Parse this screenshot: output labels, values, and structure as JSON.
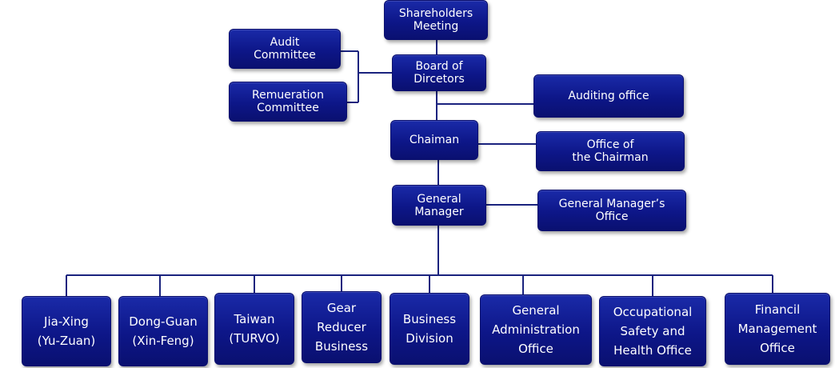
{
  "nodes": {
    "shareholders": [
      "Shareholders",
      "Meeting"
    ],
    "audit_committee": [
      "Audit",
      "Committee"
    ],
    "remuneration_committee": [
      "Remueration",
      "Committee"
    ],
    "board": [
      "Board of",
      "Dircetors"
    ],
    "auditing_office": [
      "Auditing office"
    ],
    "chairman": [
      "Chaiman"
    ],
    "office_chairman": [
      "Office of",
      "the Chairman"
    ],
    "general_manager": [
      "General",
      "Manager"
    ],
    "gm_office": [
      "General Manager’s",
      "Office"
    ],
    "jiaxing": [
      "Jia-Xing",
      "(Yu-Zuan)"
    ],
    "dongguan": [
      "Dong-Guan",
      "(Xin-Feng)"
    ],
    "taiwan": [
      "Taiwan",
      "(TURVO)"
    ],
    "gear_reducer": [
      "Gear",
      "Reducer",
      "Business"
    ],
    "business_division": [
      "Business",
      "Division"
    ],
    "general_admin": [
      "General",
      "Administration",
      "Office"
    ],
    "occupational_safety": [
      "Occupational",
      "Safety and",
      "Health Office"
    ],
    "financial_mgmt": [
      "Financil",
      "Management",
      "Office"
    ]
  },
  "colors": {
    "box_fill": "#0d1688",
    "box_border": "#0a0f6e",
    "line": "#1a237e",
    "text": "#ffffff"
  }
}
